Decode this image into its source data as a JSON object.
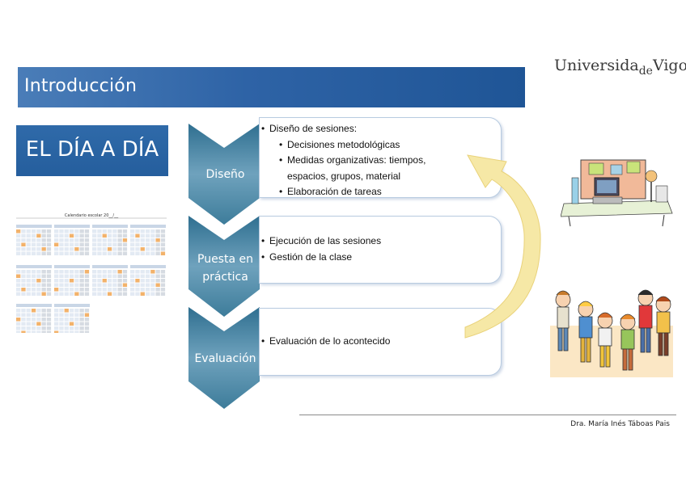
{
  "header": {
    "title": "Introducción"
  },
  "logo": {
    "part1": "Universida",
    "part2": "de",
    "part3": "Vigo"
  },
  "section_title": "EL DÍA A DÍA",
  "calendar": {
    "title": "Calendario escolar 20__/__"
  },
  "steps": [
    {
      "label_lines": [
        "Diseño"
      ]
    },
    {
      "label_lines": [
        "Puesta en",
        "práctica"
      ]
    },
    {
      "label_lines": [
        "Evaluación"
      ]
    }
  ],
  "panels": [
    {
      "items": [
        {
          "level": 1,
          "text": "Diseño de sesiones:"
        },
        {
          "level": 2,
          "text": "Decisiones metodológicas"
        },
        {
          "level": 2,
          "text": "Medidas organizativas: tiempos,"
        },
        {
          "level": 2,
          "text": "espacios, grupos, material",
          "continuation": true
        },
        {
          "level": 2,
          "text": "Elaboración de tareas"
        }
      ]
    },
    {
      "items": [
        {
          "level": 1,
          "text": "Ejecución de las sesiones"
        },
        {
          "level": 1,
          "text": "Gestión de la clase"
        }
      ]
    },
    {
      "items": [
        {
          "level": 1,
          "text": "Evaluación de lo acontecido"
        }
      ]
    }
  ],
  "footer": {
    "author": "Dra. María Inés Táboas Pais"
  },
  "colors": {
    "header": "#2e63a6",
    "chevron": "#3d7c9a",
    "arrow": "#f6e7a0"
  }
}
